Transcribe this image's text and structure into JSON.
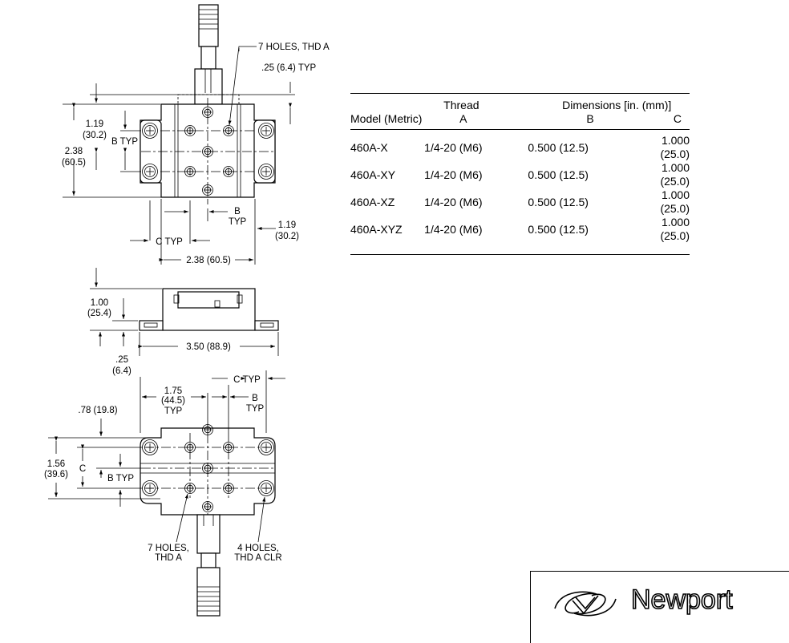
{
  "callouts": {
    "holes7_top": "7 HOLES, THD A",
    "typ_025": ".25 (6.4) TYP",
    "dim_119_a": "1.19",
    "dim_119_a_mm": "(30.2)",
    "b_typ_left": "B TYP",
    "dim_238_a": "2.38",
    "dim_238_a_mm": "(60.5)",
    "b_label": "B",
    "typ_label": "TYP",
    "dim_119_b": "1.19",
    "dim_119_b_mm": "(30.2)",
    "c_typ_a": "C TYP",
    "dim_238_b": "2.38 (60.5)",
    "dim_100": "1.00",
    "dim_100_mm": "(25.4)",
    "dim_350": "3.50 (88.9)",
    "dim_025": ".25",
    "dim_025_mm": "(6.4)",
    "c_typ_b": "C TYP",
    "dim_175": "1.75",
    "dim_175_mm": "(44.5)",
    "typ_175": "TYP",
    "b_label_2": "B",
    "typ_label_2": "TYP",
    "dim_078": ".78 (19.8)",
    "dim_156": "1.56",
    "dim_156_mm": "(39.6)",
    "c_label": "C",
    "b_typ_bottom": "B TYP",
    "holes7_bottom_1": "7 HOLES,",
    "holes7_bottom_2": "THD A",
    "holes4_bottom_1": "4 HOLES,",
    "holes4_bottom_2": "THD A CLR"
  },
  "table": {
    "headers_top": [
      "",
      "Thread",
      "Dimensions [in. (mm)]"
    ],
    "headers_bottom": [
      "Model (Metric)",
      "A",
      "B",
      "C"
    ],
    "rows": [
      [
        "460A-X",
        "1/4-20 (M6)",
        "0.500 (12.5)",
        "1.000 (25.0)"
      ],
      [
        "460A-XY",
        "1/4-20 (M6)",
        "0.500 (12.5)",
        "1.000 (25.0)"
      ],
      [
        "460A-XZ",
        "1/4-20 (M6)",
        "0.500 (12.5)",
        "1.000 (25.0)"
      ],
      [
        "460A-XYZ",
        "1/4-20 (M6)",
        "0.500 (12.5)",
        "1.000 (25.0)"
      ]
    ]
  },
  "brand": {
    "name": "Newport",
    "logo_icon": "newport-logo-icon"
  }
}
